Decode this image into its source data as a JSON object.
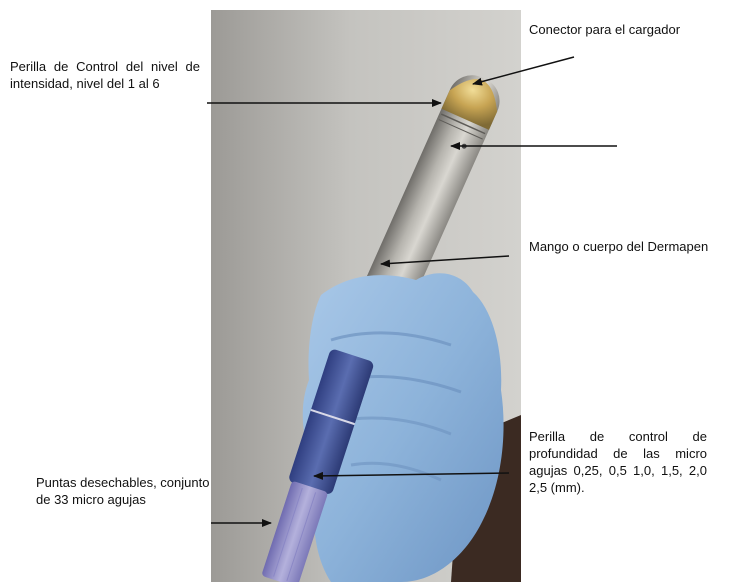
{
  "labels": {
    "intensity_knob": "Perilla  de Control del nivel de intensidad, nivel del 1 al 6",
    "charger_connector": "Conector para el  cargador",
    "body": "Mango o cuerpo del Dermapen",
    "depth_knob": "Perilla de control de profundidad de las micro agujas 0,25, 0,5 1,0, 1,5, 2,0 2,5 (mm).",
    "disposable_tips": "Puntas desechables, conjunto de 33 micro agujas"
  },
  "colors": {
    "background": "#ffffff",
    "photo_wall": "#bdbcb8",
    "pen_body": "#a8a6a0",
    "pen_cap": "#c2a14c",
    "glove": "#8fb5dc",
    "pen_grip": "#4e5fa0",
    "tip": "#9a97c8",
    "arrow": "#111111"
  }
}
